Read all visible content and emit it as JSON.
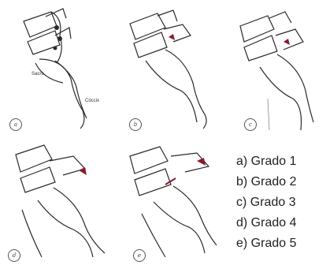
{
  "panels": [
    {
      "label": "a",
      "annotations": [
        "Sacro",
        "Cóccix"
      ]
    },
    {
      "label": "b"
    },
    {
      "label": "c"
    },
    {
      "label": "d"
    },
    {
      "label": "e"
    }
  ],
  "legend": [
    {
      "text": "a)  Grado 1"
    },
    {
      "text": "b)  Grado 2"
    },
    {
      "text": "c)  Grado 3"
    },
    {
      "text": "d)  Grado 4"
    },
    {
      "text": "e)  Grado 5"
    }
  ],
  "colors": {
    "ink": "#2a2a2a",
    "highlight": "#8b1a2b"
  }
}
